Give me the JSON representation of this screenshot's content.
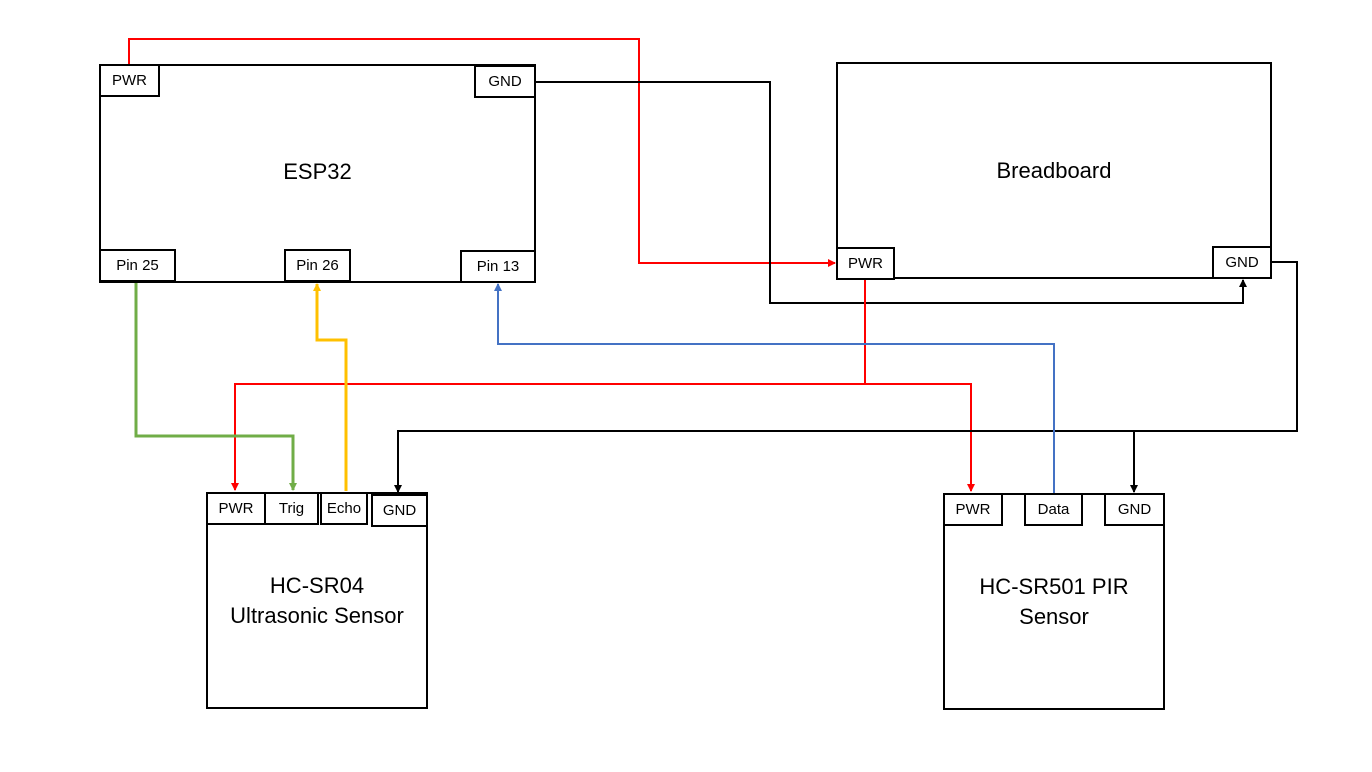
{
  "esp32": {
    "title": "ESP32",
    "pins": {
      "pwr": "PWR",
      "gnd": "GND",
      "pin25": "Pin 25",
      "pin26": "Pin 26",
      "pin13": "Pin 13"
    }
  },
  "breadboard": {
    "title": "Breadboard",
    "pins": {
      "pwr": "PWR",
      "gnd": "GND"
    }
  },
  "ultrasonic": {
    "title_line1": "HC-SR04",
    "title_line2": "Ultrasonic Sensor",
    "pins": {
      "pwr": "PWR",
      "trig": "Trig",
      "echo": "Echo",
      "gnd": "GND"
    }
  },
  "pir": {
    "title_line1": "HC-SR501 PIR",
    "title_line2": "Sensor",
    "pins": {
      "pwr": "PWR",
      "data": "Data",
      "gnd": "GND"
    }
  },
  "wire_colors": {
    "power": "#ff0000",
    "ground": "#000000",
    "trig": "#70ad47",
    "echo": "#ffc000",
    "data": "#4472c4"
  }
}
